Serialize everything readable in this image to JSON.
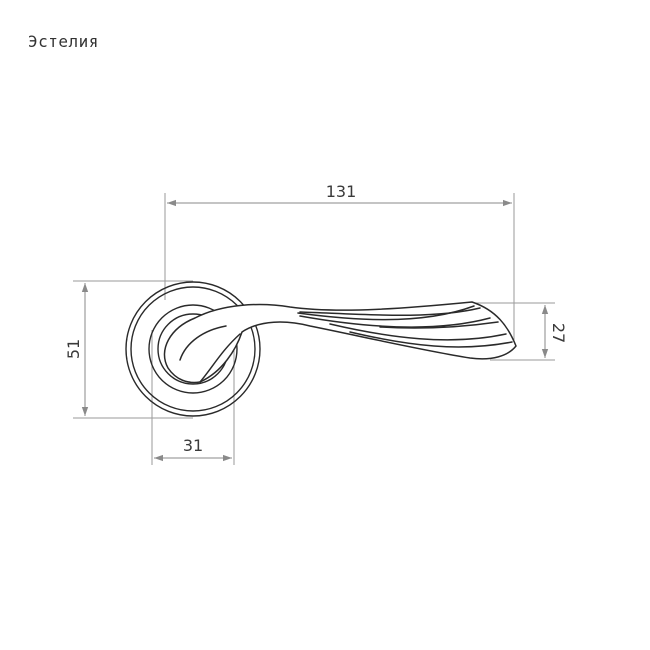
{
  "title": "Эстелия",
  "dimensions": {
    "overall_length": "131",
    "rosette_diameter": "51",
    "rosette_offset": "31",
    "lever_height": "27"
  },
  "colors": {
    "outline": "#2a2a2a",
    "dimension_line": "#8a8a8a",
    "text": "#3a3a3a"
  }
}
